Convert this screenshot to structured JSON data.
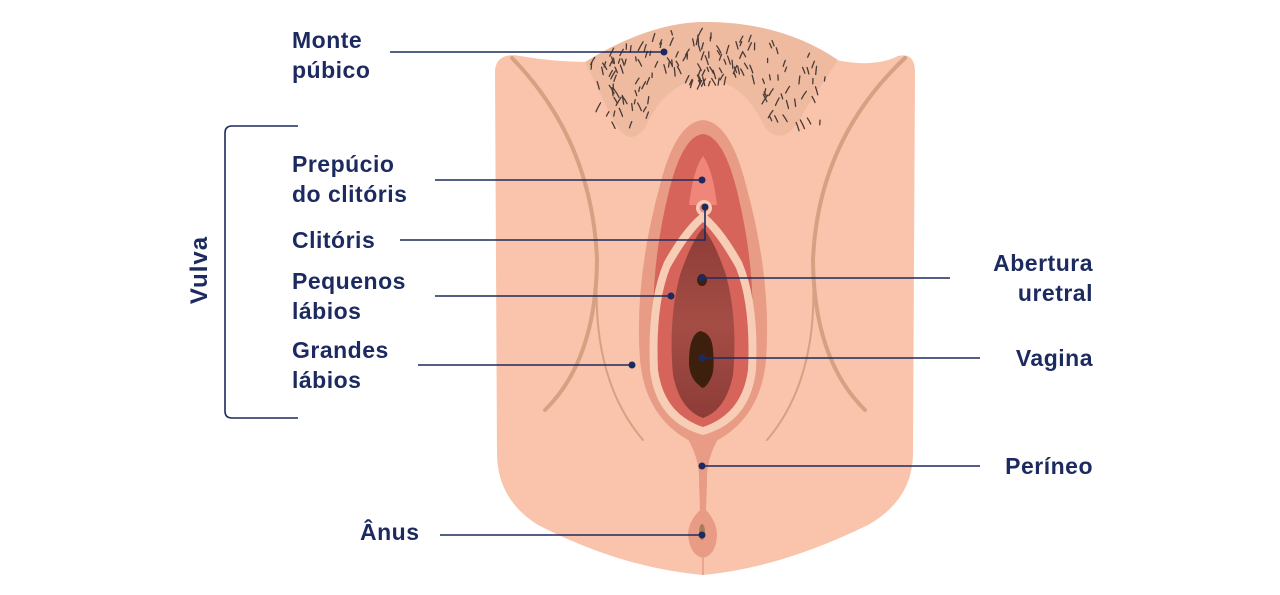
{
  "title": "Anatomia da vulva",
  "colors": {
    "label": "#1c2a5f",
    "skin": "#f9c4ab",
    "hair_area": "#efbba0",
    "labia_outer": "#e89c86",
    "labia_inner": "#d6645a",
    "vestibule": "#9c4540",
    "opening": "#3d1f0e"
  },
  "group_label": "Vulva",
  "labels": {
    "monte": [
      "Monte",
      "púbico"
    ],
    "prepucio": [
      "Prepúcio",
      "do clitóris"
    ],
    "clitoris": [
      "Clitóris"
    ],
    "pequenos": [
      "Pequenos",
      "lábios"
    ],
    "grandes": [
      "Grandes",
      "lábios"
    ],
    "abertura": [
      "Abertura",
      "uretral"
    ],
    "vagina": [
      "Vagina"
    ],
    "perineo": [
      "Períneo"
    ],
    "anus": [
      "Ânus"
    ]
  }
}
